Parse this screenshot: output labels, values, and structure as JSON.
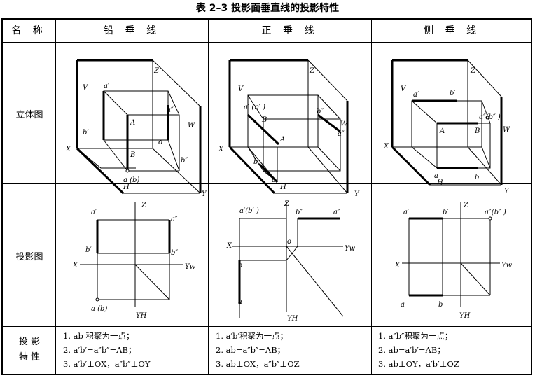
{
  "caption": "表 2–3   投影面垂直线的投影特性",
  "headers": {
    "name": "名 称",
    "col1": "铅 垂 线",
    "col2": "正 垂 线",
    "col3": "侧 垂 线"
  },
  "rows": {
    "solid": "立体图",
    "proj": "投影图",
    "prop1": "投 影",
    "prop2": "特 性"
  },
  "solid_labels": {
    "c1": {
      "V": "V",
      "Z": "Z",
      "a1": "a′",
      "a2": "a″",
      "W": "W",
      "b1": "b′",
      "A": "A",
      "o": "o",
      "X": "X",
      "B": "B",
      "b2": "b″",
      "ab": "a (b)",
      "H": "H",
      "Y": "Y"
    },
    "c2": {
      "V": "V",
      "Z": "Z",
      "ab1": "a′ (b′ )",
      "B": "B",
      "b2": "b″",
      "W": "W",
      "A": "A",
      "a2": "a″",
      "X": "X",
      "b": "b",
      "a": "a",
      "H": "H",
      "Y": "Y"
    },
    "c3": {
      "V": "V",
      "Z": "Z",
      "a1": "a′",
      "b1": "b′",
      "ab2": "a″(b″ )",
      "W": "W",
      "A": "A",
      "B": "B",
      "X": "X",
      "a": "a",
      "b": "b",
      "H": "H",
      "Y": "Y"
    }
  },
  "proj_labels": {
    "c1": {
      "a1": "a′",
      "Z": "Z",
      "a2": "a″",
      "b1": "b′",
      "b2": "b″",
      "X": "X",
      "YW": "Yw",
      "ab": "a (b)",
      "YH": "YH"
    },
    "c2": {
      "ab1": "a′(b′ )",
      "Z": "Z",
      "b2": "b″",
      "a2": "a″",
      "X": "X",
      "o": "o",
      "YW": "Yw",
      "b": "b",
      "a": "a",
      "YH": "YH"
    },
    "c3": {
      "a1": "a′",
      "b1": "b′",
      "Z": "Z",
      "ab2": "a″(b″ )",
      "X": "X",
      "YW": "Yw",
      "a": "a",
      "b": "b",
      "YH": "YH"
    }
  },
  "props": {
    "c1": [
      "1.  ab 积聚为一点；",
      "2.  a′b′=a″b″=AB；",
      "3.  a′b′⊥OX，a″b″⊥OY"
    ],
    "c2": [
      "1.  a′b′积聚为一点；",
      "2.  ab=a″b″=AB；",
      "3.  ab⊥OX，a″b″⊥OZ"
    ],
    "c3": [
      "1.  a″b″积聚为一点；",
      "2.  ab=a′b′=AB；",
      "3.  ab⊥OY，a′b′⊥OZ"
    ]
  }
}
